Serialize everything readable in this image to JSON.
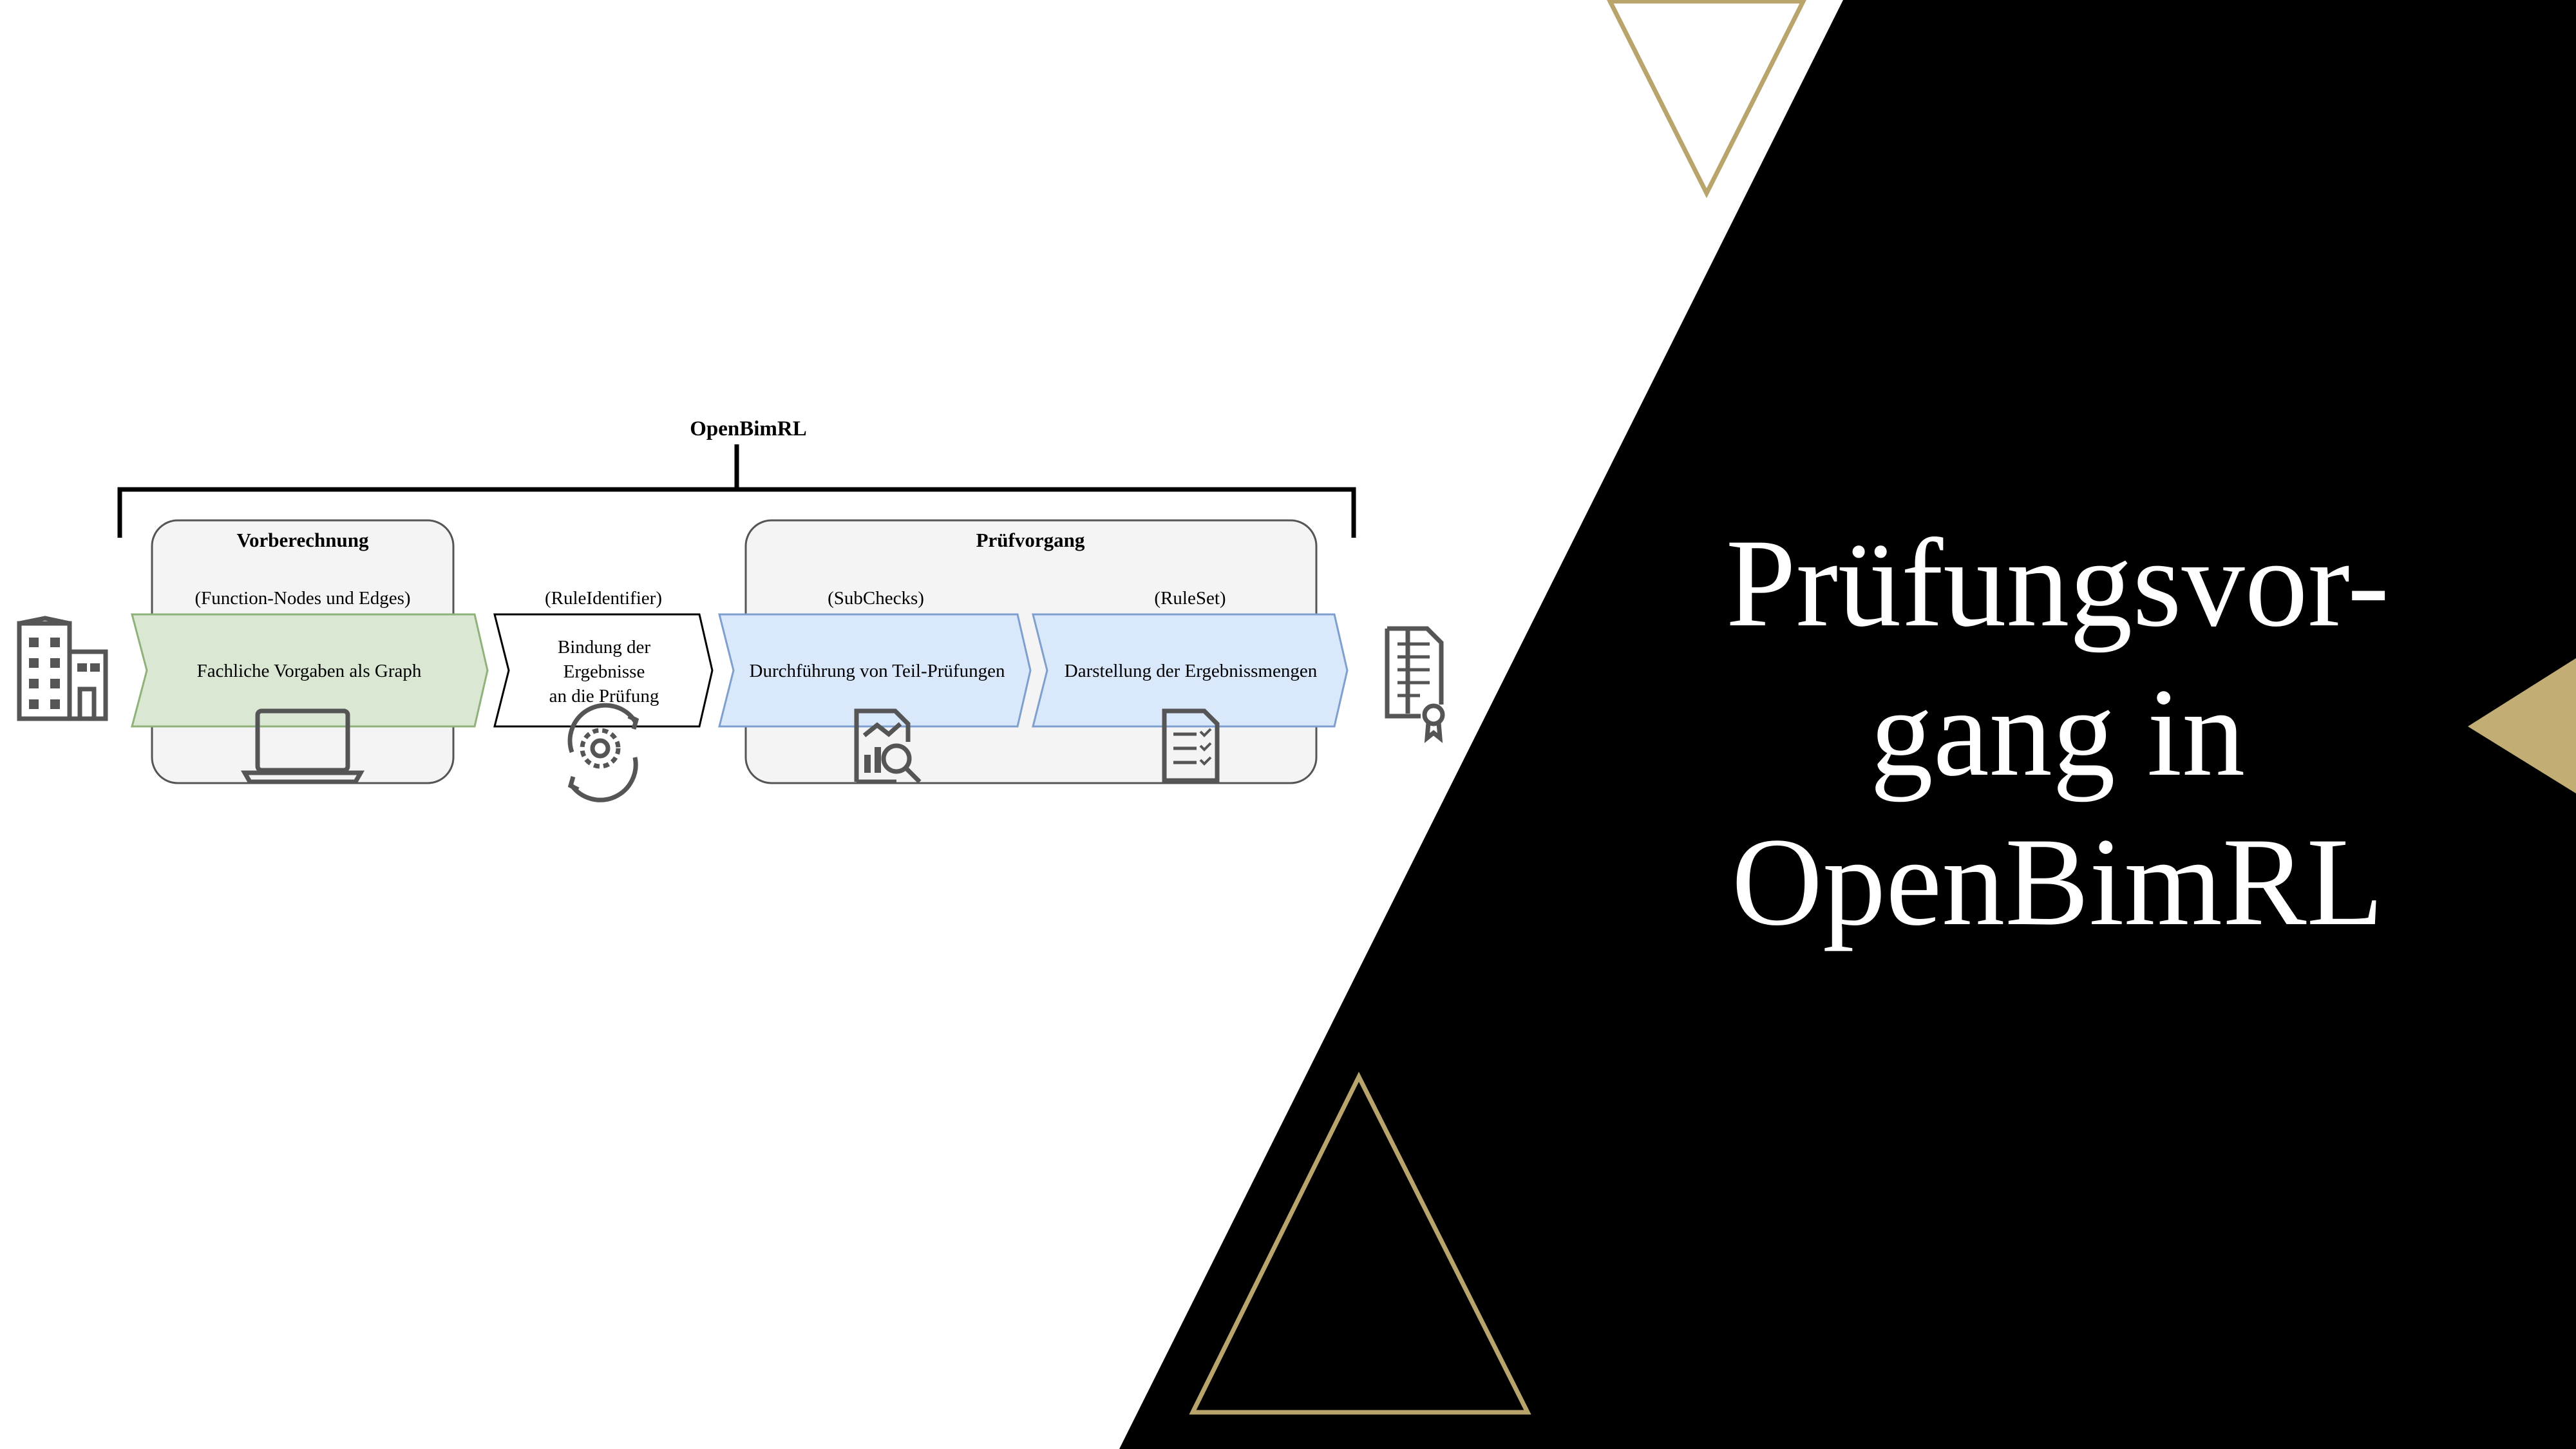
{
  "slide": {
    "title_lines": [
      "Prüfungsvor-",
      "gang in",
      "OpenBimRL"
    ],
    "colors": {
      "background": "#ffffff",
      "dark_panel": "#000000",
      "accent_gold": "#c2ad74",
      "gold_dark": "#b9a46c",
      "title_text": "#ffffff"
    }
  },
  "diagram": {
    "bracket_label": "OpenBimRL",
    "groups": {
      "vorberechnung": "Vorberechnung",
      "pruefvorgang": "Prüfvorgang"
    },
    "steps": [
      {
        "caption": "(Function-Nodes und Edges)",
        "lines": [
          "Fachliche Vorgaben als Graph"
        ],
        "fill": "#d9e7d3",
        "stroke": "#8fb27a",
        "icon": "laptop-icon"
      },
      {
        "caption": "(RuleIdentifier)",
        "lines": [
          "Bindung der",
          "Ergebnisse",
          "an die Prüfung"
        ],
        "fill": "#ffffff",
        "stroke": "#000000",
        "icon": "gear-cycle-icon"
      },
      {
        "caption": "(SubChecks)",
        "lines": [
          "Durchführung von Teil-Prüfungen"
        ],
        "fill": "#dae8fc",
        "stroke": "#7f9fcf",
        "icon": "report-analysis-icon"
      },
      {
        "caption": "(RuleSet)",
        "lines": [
          "Darstellung der Ergebnissmengen"
        ],
        "fill": "#dae8fc",
        "stroke": "#7f9fcf",
        "icon": "checklist-icon"
      }
    ],
    "input_icon": "building-icon",
    "output_icon": "certificate-icon"
  }
}
